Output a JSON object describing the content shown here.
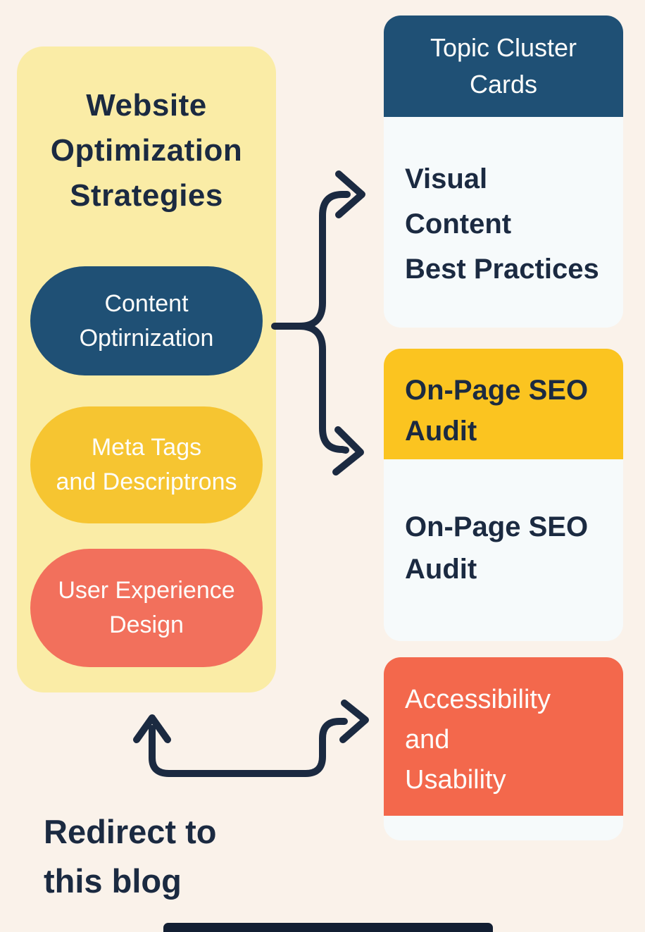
{
  "left_panel": {
    "title": "Website\nOptimization\nStrategies",
    "pills": [
      {
        "label": "Content\nOptirnization",
        "color": "#1f5075"
      },
      {
        "label": "Meta Tags\nand Descriptrons",
        "color": "#f6c531"
      },
      {
        "label": "User Experience\nDesign",
        "color": "#f2705c"
      }
    ]
  },
  "cards": [
    {
      "header": "Topic Cluster\nCards",
      "header_color": "#1f5075",
      "body": "Visual\nContent\nBest Practices"
    },
    {
      "header": "On-Page SEO\nAudit",
      "header_color": "#fbc420",
      "body": "On-Page SEO\nAudit"
    },
    {
      "body": "Accessibility\nand\nUsability",
      "body_color": "#f3684c"
    }
  ],
  "footer": {
    "redirect_label": "Redirect to\nthis blog"
  },
  "icons": {
    "branch_arrow": "split-arrow pointing to two cards",
    "redirect_arrow": "u-turn arrow with up and right heads"
  },
  "colors": {
    "background": "#faf2ea",
    "panel": "#faeca6",
    "navy": "#1f5075",
    "ink": "#1b2a41",
    "yellow": "#fbc420",
    "coral": "#f3684c",
    "card_white": "#f6fafb",
    "home_bar": "#131f33"
  }
}
